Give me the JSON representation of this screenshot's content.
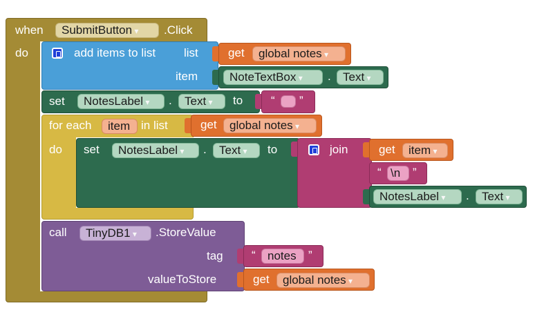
{
  "event": {
    "when": "when",
    "component": "SubmitButton",
    "event_name": ".Click",
    "do": "do"
  },
  "add_items": {
    "label": "add items to list",
    "list_label": "list",
    "item_label": "item",
    "get": "get",
    "global_var": "global notes",
    "textbox_component": "NoteTextBox",
    "dot": ".",
    "property": "Text"
  },
  "set_block": {
    "set": "set",
    "component": "NotesLabel",
    "dot": ".",
    "property": "Text",
    "to": "to",
    "open_quote": "“",
    "close_quote": "”"
  },
  "foreach": {
    "label": "for each",
    "var": "item",
    "in_list": "in list",
    "get": "get",
    "global_var": "global notes",
    "do": "do"
  },
  "inner_set": {
    "set": "set",
    "component": "NotesLabel",
    "dot": ".",
    "property": "Text",
    "to": "to",
    "join": "join",
    "get": "get",
    "var": "item",
    "newline": "\\n",
    "open_quote": "“",
    "close_quote": "”",
    "label_component": "NotesLabel",
    "label_dot": ".",
    "label_property": "Text"
  },
  "call": {
    "call": "call",
    "component": "TinyDB1",
    "method": ".StoreValue",
    "tag_label": "tag",
    "tag_value": "notes",
    "open_quote": "“",
    "close_quote": "”",
    "value_label": "valueToStore",
    "get": "get",
    "global_var": "global notes"
  },
  "colors": {
    "event": "#a48b35",
    "lists": "#4a9fd8",
    "components": "#2d6b4e",
    "getter": "#e0702e",
    "text": "#b03d72",
    "procedure": "#7e5c96"
  }
}
